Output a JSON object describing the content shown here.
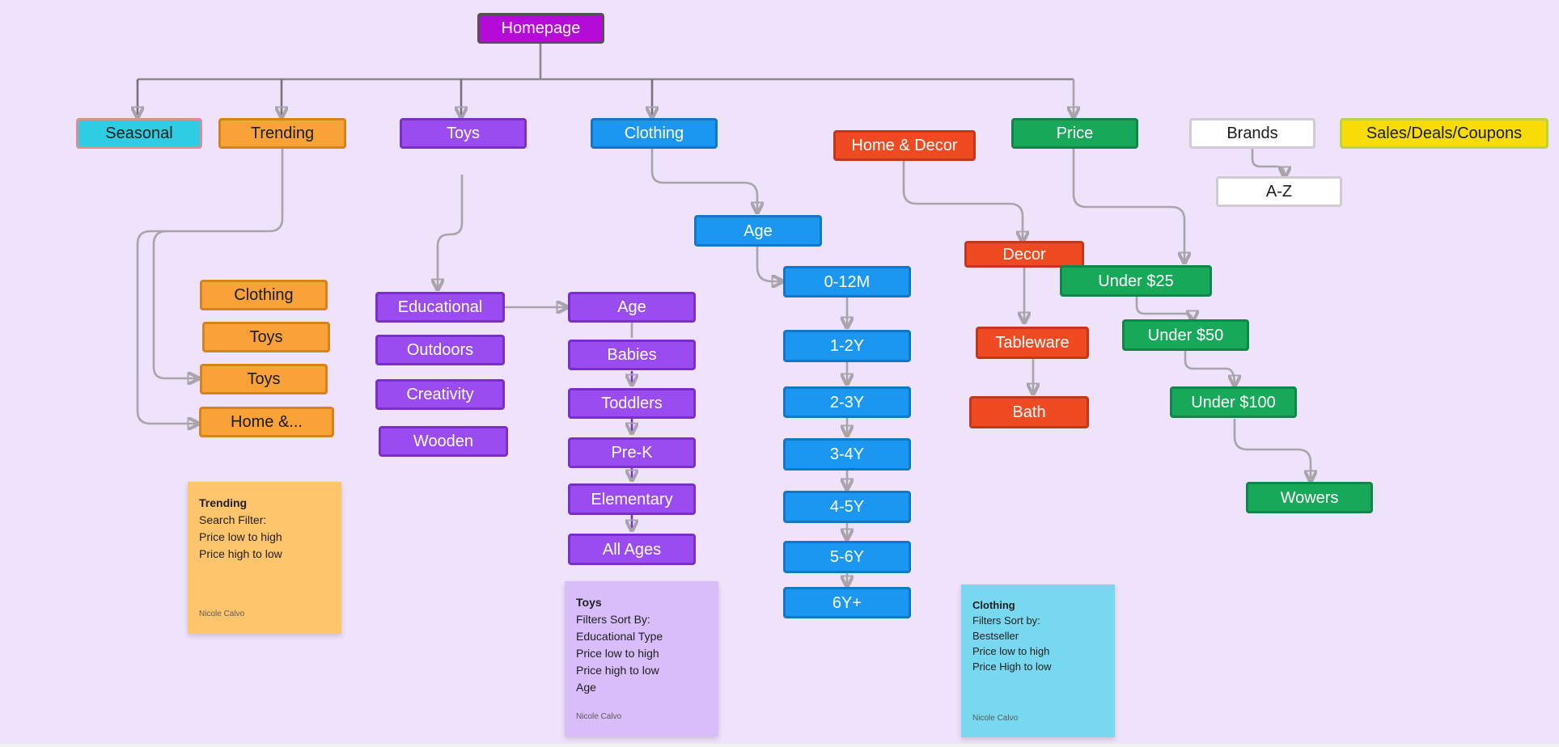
{
  "diagram": {
    "root": "Homepage",
    "categories": {
      "seasonal": "Seasonal",
      "trending": "Trending",
      "toys": "Toys",
      "clothing": "Clothing",
      "home_decor": "Home & Decor",
      "price": "Price",
      "brands": "Brands",
      "sales": "Sales/Deals/Coupons"
    },
    "trending_items": [
      "Clothing",
      "Toys",
      "Toys",
      "Home &..."
    ],
    "toys_items": [
      "Educational",
      "Outdoors",
      "Creativity",
      "Wooden"
    ],
    "toys_age": {
      "label": "Age",
      "items": [
        "Babies",
        "Toddlers",
        "Pre-K",
        "Elementary",
        "All Ages"
      ]
    },
    "clothing_age": {
      "label": "Age",
      "items": [
        "0-12M",
        "1-2Y",
        "2-3Y",
        "3-4Y",
        "4-5Y",
        "5-6Y",
        "6Y+"
      ]
    },
    "home_decor_items": {
      "decor": "Decor",
      "tableware": "Tableware",
      "bath": "Bath"
    },
    "price_items": [
      "Under $25",
      "Under $50",
      "Under $100",
      "Wowers"
    ],
    "brands_items": [
      "A-Z"
    ]
  },
  "notes": {
    "trending": {
      "title": "Trending",
      "lines": [
        "Search Filter:",
        "Price low to high",
        "Price high to low"
      ],
      "author": "Nicole Calvo"
    },
    "toys": {
      "title": "Toys",
      "lines": [
        "Filters Sort By:",
        "Educational Type",
        "Price low to high",
        "Price high to low",
        "Age"
      ],
      "author": "Nicole Calvo"
    },
    "clothing": {
      "title": "Clothing",
      "lines": [
        "Filters Sort by:",
        "Bestseller",
        "Price low to high",
        "Price High to low"
      ],
      "author": "Nicole Calvo"
    }
  },
  "colors": {
    "background": "#efe3fb",
    "root": "#b40bd9",
    "seasonal": "#2ecde4",
    "trending": "#f8a237",
    "toys": "#9a4cf0",
    "clothing": "#1b97f2",
    "home_decor": "#f04a23",
    "price": "#18a85a",
    "brands": "#ffffff",
    "sales": "#f8dc08",
    "connector": "#a9a4ac"
  }
}
